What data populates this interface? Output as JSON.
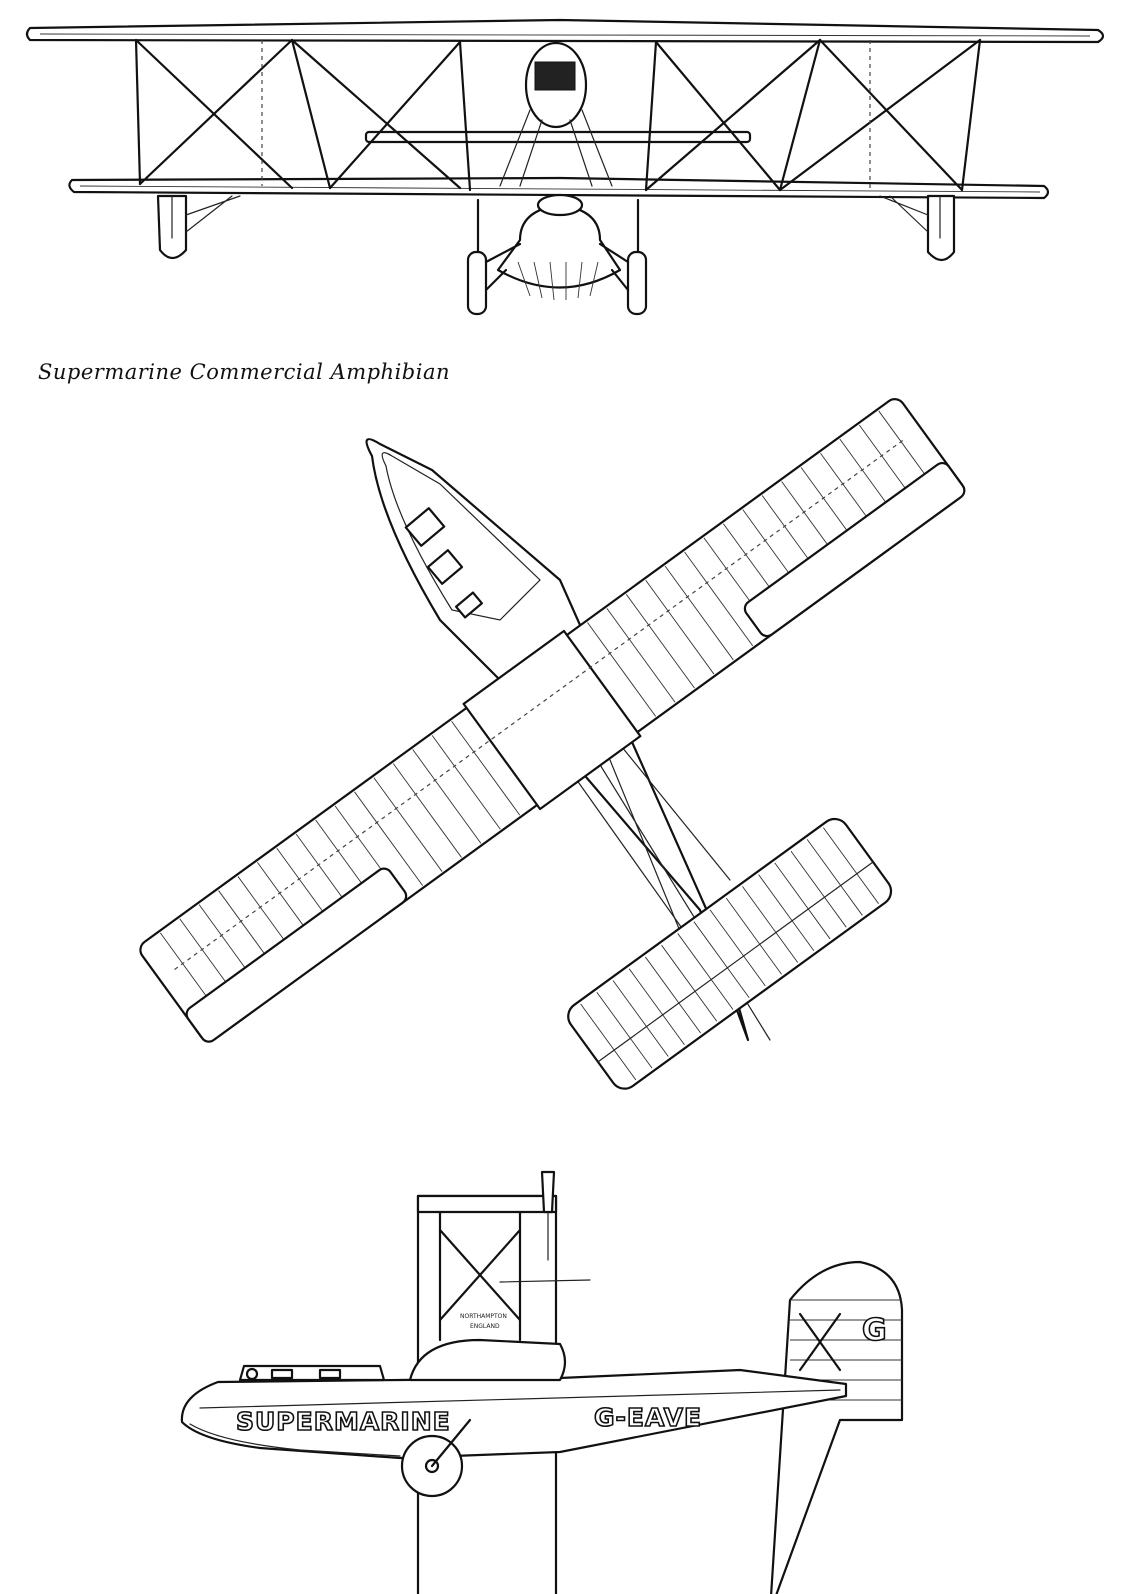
{
  "caption": "Supermarine Commercial Amphibian",
  "hull_lettering": "SUPERMARINE",
  "registration": "G-EAVE",
  "tail_letter": "G",
  "engine_plate": {
    "line1": "NORTHAMPTON",
    "line2": "ENGLAND"
  },
  "views": [
    "front-view",
    "plan-view",
    "side-view"
  ]
}
